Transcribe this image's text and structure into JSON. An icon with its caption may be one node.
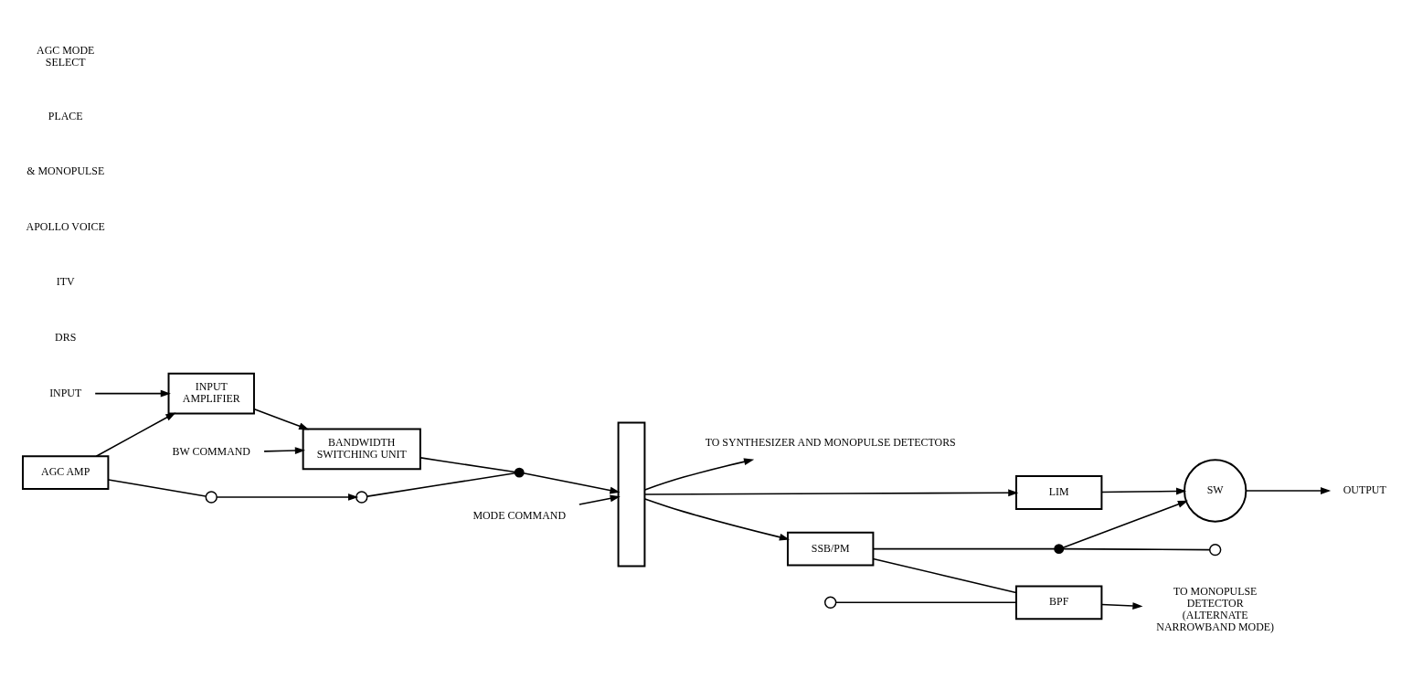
{
  "diagram": {
    "nodes": [
      {
        "text": [
          "INPUT"
        ]
      },
      {
        "text": [
          "INPUT AMPLIFIER"
        ]
      },
      {
        "text": [
          "AGC AMP"
        ]
      },
      {
        "text": [
          "BW COMMAND"
        ]
      },
      {
        "text": [
          "BANDWIDTH SWITCHING UNIT"
        ]
      },
      {
        "text": [],
        "shape": "circle"
      },
      {
        "text": [
          "MODE COMMAND"
        ]
      },
      {
        "text": [],
        "shape": "box"
      },
      {
        "text": [
          "TO SYNTHESIZER AND MONOPULSE DETECTORS"
        ]
      },
      {
        "text": [
          "LIM"
        ]
      },
      {
        "text": [
          "SW"
        ]
      },
      {
        "text": [
          "OUTPUT"
        ]
      },
      {
        "text": [
          "SSB/PM"
        ]
      },
      {
        "text": [],
        "shape": "circle"
      },
      {
        "text": [],
        "shape": "circle"
      },
      {
        "text": [],
        "shape": "circle"
      },
      {
        "text": [],
        "shape": "circle"
      },
      {
        "text": [],
        "shape": "circle"
      },
      {
        "text": [
          "BPF"
        ]
      },
      {
        "text": [
          "TO MONOPULSE DETECTOR (ALTERNATE NARROWBAND MODE)"
        ]
      }
    ],
    "edges": [
      {
        "from": 0,
        "to": 1,
        "arrow": "to"
      },
      {
        "from": 1,
        "to": 4,
        "arrow": "to"
      },
      {
        "from": 2,
        "to": 1,
        "arrow": "to"
      },
      {
        "from": 3,
        "to": 4,
        "arrow": "to"
      },
      {
        "from": 4,
        "to": 5,
        "arrow": "none"
      },
      {
        "from": 5,
        "to": 7,
        "arrow": "to"
      },
      {
        "from": 6,
        "to": 7,
        "arrow": "to"
      },
      {
        "from": 7,
        "to": 8,
        "arrow": "to"
      },
      {
        "from": 7,
        "to": 9,
        "arrow": "to"
      },
      {
        "from": 7,
        "to": 12,
        "arrow": "to"
      },
      {
        "from": 9,
        "to": 10,
        "arrow": "to"
      },
      {
        "from": 10,
        "to": 11,
        "arrow": "to"
      },
      {
        "from": 12,
        "to": 13,
        "arrow": "none"
      },
      {
        "from": 13,
        "to": 10,
        "arrow": "to"
      },
      {
        "from": 14,
        "to": 5,
        "arrow": "none"
      },
      {
        "from": 15,
        "to": 14,
        "arrow": "to"
      },
      {
        "from": 2,
        "to": 15,
        "arrow": "none"
      },
      {
        "from": 12,
        "to": 18,
        "arrow": "none"
      },
      {
        "from": 16,
        "to": 18,
        "arrow": "none"
      },
      {
        "from": 13,
        "to": 17,
        "arrow": "none"
      },
      {
        "from": 18,
        "to": 19,
        "arrow": "to"
      }
    ],
    "labels": [
      "DRS",
      "ITV",
      "APOLLO VOICE",
      "& MONOPULSE",
      "PLACE",
      "AGC MODE SELECT"
    ]
  }
}
